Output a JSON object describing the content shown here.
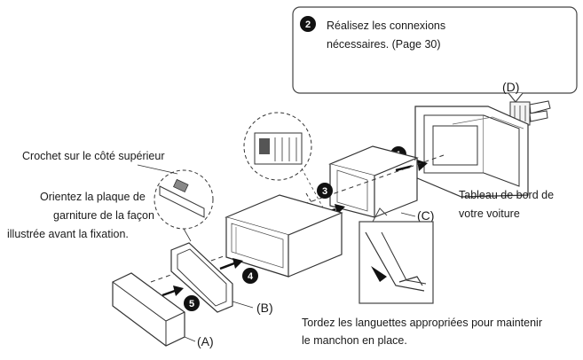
{
  "callout": {
    "step": "2",
    "line1": "Réalisez les connexions",
    "line2": "nécessaires. (Page 30)"
  },
  "labels": {
    "hook": "Crochet sur le côté supérieur",
    "orient_line1": "Orientez la plaque de",
    "orient_line2": "garniture de la façon",
    "orient_line3": "illustrée avant la fixation.",
    "dash_line1": "Tableau de bord de",
    "dash_line2": "votre voiture",
    "bend_line1": "Tordez les languettes appropriées pour maintenir",
    "bend_line2": "le manchon en place."
  },
  "parts": {
    "a": "(A)",
    "b": "(B)",
    "c": "(C)",
    "d": "(D)"
  },
  "steps": [
    "1",
    "3",
    "4",
    "5"
  ]
}
